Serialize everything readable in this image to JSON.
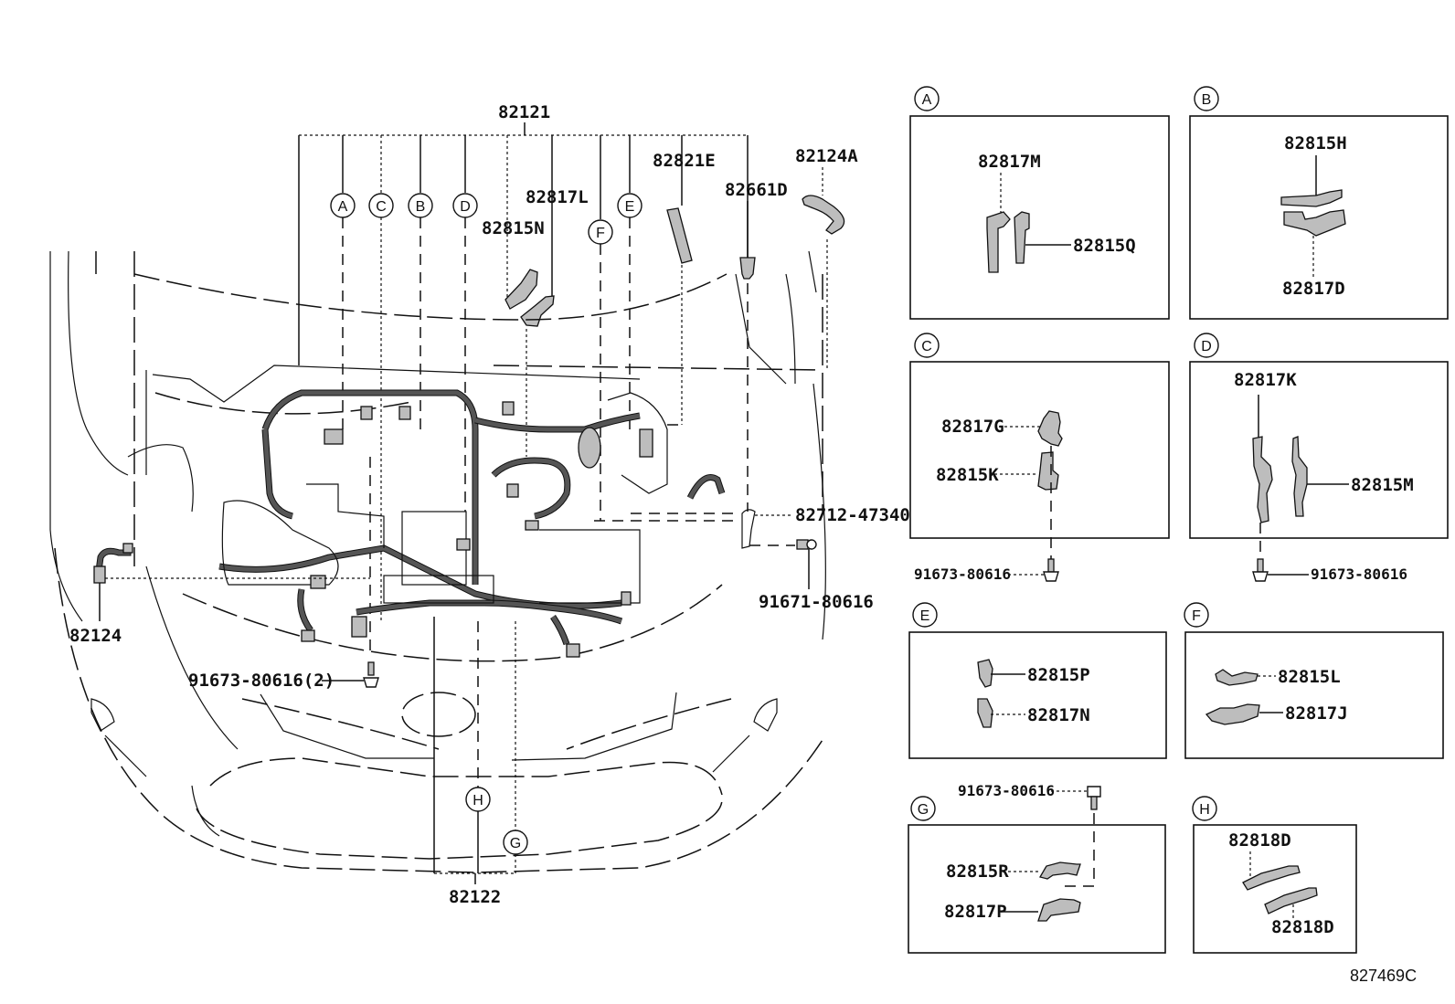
{
  "diagram": {
    "figure_id": "827469C",
    "main_view": {
      "harness_top_label": "82121",
      "harness_bottom_label": "82122",
      "top_callouts": [
        "A",
        "C",
        "B",
        "D",
        "F",
        "E"
      ],
      "bottom_callouts": [
        "H",
        "G"
      ],
      "parts": {
        "p82815N": "82815N",
        "p82817L": "82817L",
        "p82821E": "82821E",
        "p82661D": "82661D",
        "p82124A": "82124A",
        "p82712": "82712-47340",
        "p91671": "91671-80616",
        "p82124": "82124",
        "p91673_2": "91673-80616(2)"
      }
    },
    "details": [
      {
        "id": "A",
        "parts": [
          "82817M",
          "82815Q"
        ]
      },
      {
        "id": "B",
        "parts": [
          "82815H",
          "82817D"
        ]
      },
      {
        "id": "C",
        "parts": [
          "82817G",
          "82815K"
        ],
        "bolt": "91673-80616"
      },
      {
        "id": "D",
        "parts": [
          "82817K",
          "82815M"
        ],
        "bolt": "91673-80616"
      },
      {
        "id": "E",
        "parts": [
          "82815P",
          "82817N"
        ]
      },
      {
        "id": "F",
        "parts": [
          "82815L",
          "82817J"
        ]
      },
      {
        "id": "G",
        "parts": [
          "82815R",
          "82817P"
        ],
        "bolt": "91673-80616"
      },
      {
        "id": "H",
        "parts": [
          "82818D",
          "82818D"
        ]
      }
    ]
  }
}
